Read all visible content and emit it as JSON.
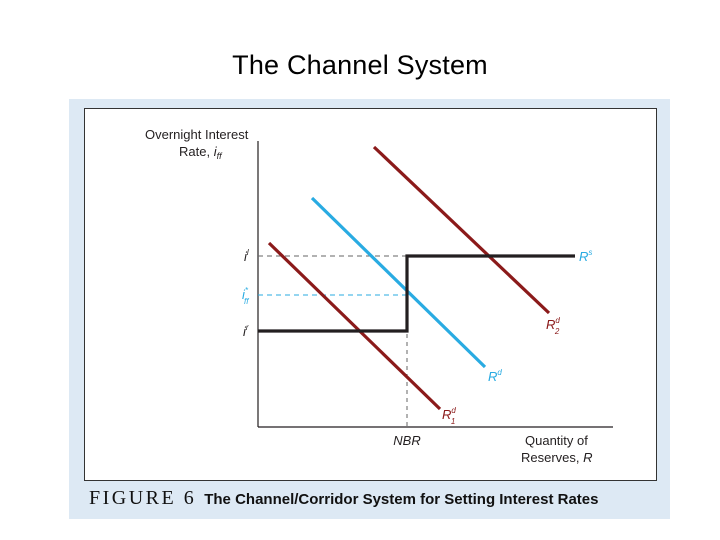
{
  "slide": {
    "title": "The Channel System"
  },
  "figure": {
    "number_label": "FIGURE 6",
    "caption": "The Channel/Corridor System for Setting Interest Rates"
  },
  "diagram": {
    "y_axis_label_line1": "Overnight Interest",
    "y_axis_label_line2": "Rate,",
    "y_axis_symbol": "i",
    "y_axis_symbol_sub": "ff",
    "x_axis_label_line1": "Quantity of",
    "x_axis_label_line2": "Reserves,",
    "x_axis_symbol": "R",
    "nbr_label": "NBR",
    "rate_labels": {
      "il": {
        "base": "i",
        "sup": "l"
      },
      "iff_star": {
        "base": "i",
        "sup": "*",
        "sub": "ff"
      },
      "ir": {
        "base": "i",
        "sup": "r"
      }
    },
    "curves": {
      "supply": {
        "base": "R",
        "sup": "s",
        "color": "#29abe2"
      },
      "demand": {
        "base": "R",
        "sup": "d",
        "color": "#29abe2"
      },
      "demand1": {
        "base": "R",
        "sup": "d",
        "sub": "1",
        "color": "#8b1a1a"
      },
      "demand2": {
        "base": "R",
        "sup": "d",
        "sub": "2",
        "color": "#8b1a1a"
      }
    },
    "colors": {
      "supply_line": "#231f20",
      "blue": "#29abe2",
      "dark_red": "#8b1a1a",
      "dashed": "#555555"
    }
  }
}
